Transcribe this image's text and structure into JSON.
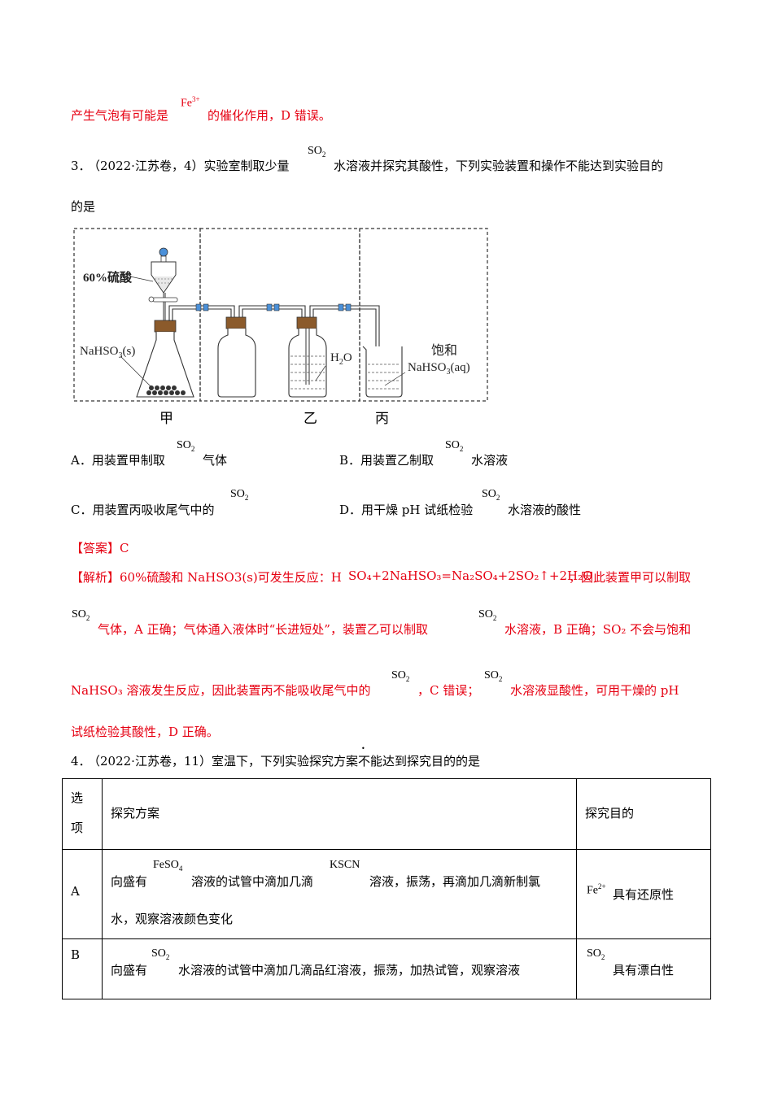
{
  "prev_line": {
    "text_before": "产生气泡有可能是",
    "formula": "Fe",
    "formula_sup": "3+",
    "text_after": "的催化作用，D 错误。"
  },
  "q3": {
    "number": "3．",
    "source": "（2022·江苏卷，4）实验室制取少量",
    "formula": "SO",
    "formula_sub": "2",
    "text_after": "水溶液并探究其酸性，下列实验装置和操作不能达到实验目的",
    "line2": "的是",
    "diagram": {
      "acid_label": "60%硫酸",
      "solid_label": "NaHSO",
      "solid_sub": "3",
      "solid_suffix": "(s)",
      "water_label": "H",
      "water_sub": "2",
      "water_suffix": "O",
      "sat_label": "饱和",
      "aq_label": "NaHSO",
      "aq_sub": "3",
      "aq_suffix": "(aq)",
      "cap_jia": "甲",
      "cap_yi": "乙",
      "cap_bing": "丙"
    },
    "options": {
      "A": "A．用装置甲制取",
      "A_after": "气体",
      "B": "B．用装置乙制取",
      "B_after": "水溶液",
      "C": "C．用装置丙吸收尾气中的",
      "D": "D．用干燥 pH 试纸检验",
      "D_after": "水溶液的酸性"
    },
    "answer": "【答案】C",
    "analysis": {
      "l1_head": "【解析】60%硫酸和 NaHSO3(s)可发生反应：H",
      "l1_rest": "，因此装置甲可以制取",
      "l1_eq": "SO₄+2NaHSO₃=Na₂SO₄+2SO₂↑+2H₂O",
      "l2_a": "气体，A 正确；气体通入液体时“长进短处”，装置乙可以制取",
      "l2_b": "水溶液，B 正确；SO₂ 不会与饱和",
      "l3_a": "NaHSO₃ 溶液发生反应，因此装置丙不能吸收尾气中的",
      "l3_b": "，C 错误；",
      "l3_c": "水溶液显酸性，可用干燥的 pH",
      "l4": "试纸检验其酸性，D 正确。"
    }
  },
  "q4": {
    "number": "4．",
    "text_a": "（2022·江苏卷，11）室温下，下列实验探究方案",
    "text_dotted": "不能",
    "text_b": "达到探究目的的是",
    "table": {
      "h_col1_l1": "选",
      "h_col1_l2": "项",
      "h_col2": "探究方案",
      "h_col3": "探究目的",
      "rowA": {
        "option": "A",
        "p1": "向盛有",
        "f1": "FeSO",
        "f1_sub": "4",
        "p2": "溶液的试管中滴加几滴",
        "f2": "KSCN",
        "p3": "溶液，振荡，再滴加几滴新制氯",
        "p4": "水，观察溶液颜色变化",
        "goal_formula": "Fe",
        "goal_sup": "2+",
        "goal_text": "具有还原性"
      },
      "rowB": {
        "option": "B",
        "p1": "向盛有",
        "f1": "SO",
        "f1_sub": "2",
        "p2": "水溶液的试管中滴加几滴品红溶液，振荡，加热试管，观察溶液",
        "goal_formula": "SO",
        "goal_sub": "2",
        "goal_text": "具有漂白性"
      }
    }
  }
}
